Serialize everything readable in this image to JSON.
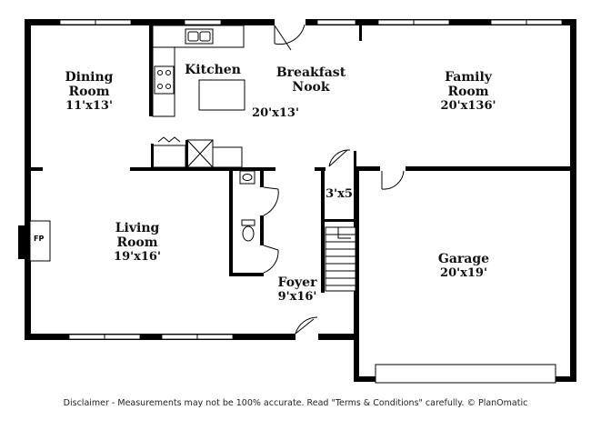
{
  "rooms": {
    "dining": {
      "name_line1": "Dining",
      "name_line2": "Room",
      "dims": "11'x13'"
    },
    "kitchen": {
      "name": "Kitchen"
    },
    "breakfast": {
      "name_line1": "Breakfast",
      "name_line2": "Nook"
    },
    "kitchen_nook_dims": "20'x13'",
    "family": {
      "name_line1": "Family",
      "name_line2": "Room",
      "dims": "20'x136'"
    },
    "living": {
      "name_line1": "Living",
      "name_line2": "Room",
      "dims": "19'x16'"
    },
    "closet": {
      "dims": "3'x5'"
    },
    "garage": {
      "name": "Garage",
      "dims": "20'x19'"
    },
    "foyer": {
      "name": "Foyer",
      "dims": "9'x16'"
    }
  },
  "fireplace_label": "FP",
  "disclaimer": "Disclaimer - Measurements may not be 100% accurate. Read \"Terms & Conditions\" carefully. © PlanOmatic"
}
